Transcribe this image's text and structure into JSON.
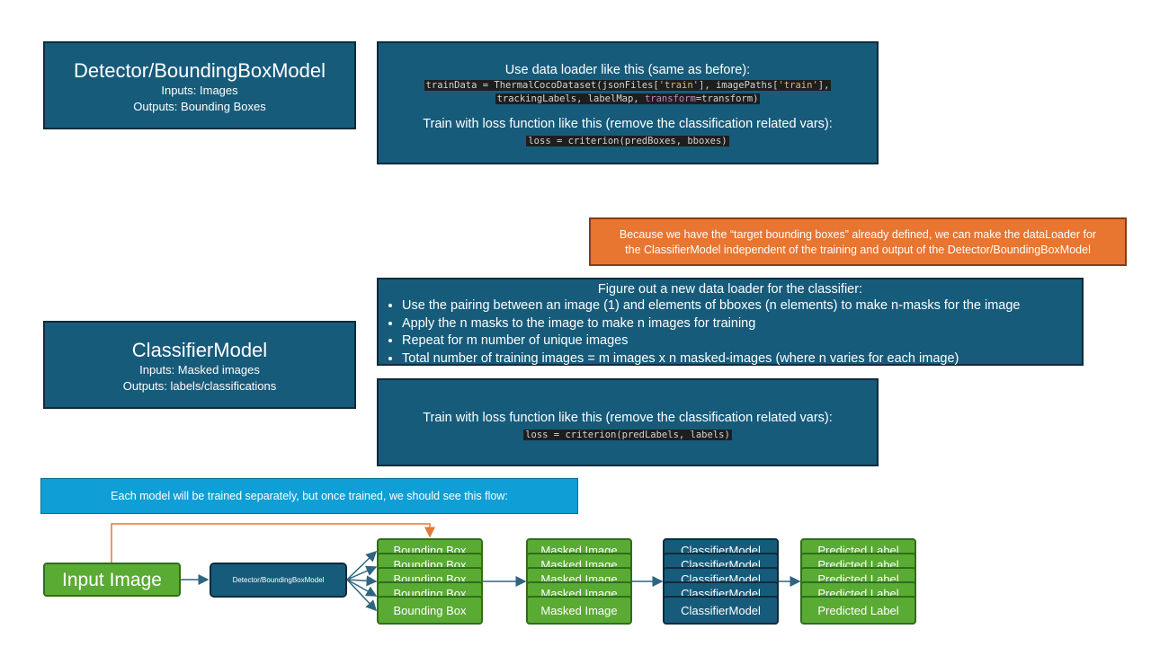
{
  "detector": {
    "title": "Detector/BoundingBoxModel",
    "inputs": "Inputs: Images",
    "outputs": "Outputs: Bounding Boxes"
  },
  "detector_notes": {
    "loader_intro": "Use data loader like this (same as before):",
    "code_line1_a": "trainData = ThermalCocoDataset(jsonFiles[",
    "code_line1_b": "'train'",
    "code_line1_c": "], imagePaths[",
    "code_line1_d": "'train'",
    "code_line1_e": "],",
    "code_line2_a": "trackingLabels, labelMap, ",
    "code_line2_b": "transform",
    "code_line2_c": "=transform)",
    "loss_intro": "Train with loss function like this (remove the classification related vars):",
    "loss_code": "loss = criterion(predBoxes, bboxes)"
  },
  "orange_note": {
    "line1": "Because we have the “target bounding boxes” already defined, we can make the dataLoader for",
    "line2": "the ClassifierModel independent of the training and output of the Detector/BoundingBoxModel"
  },
  "classifier_loader": {
    "title": "Figure out a new data loader for the classifier:",
    "bullets": [
      "Use the pairing between an image (1) and elements of bboxes (n elements) to make n-masks for the image",
      "Apply the n masks to the image to make n images for training",
      "Repeat for m number of unique images",
      "Total number of training images = m images x n masked-images (where n varies for each image)"
    ]
  },
  "classifier": {
    "title": "ClassifierModel",
    "inputs": "Inputs: Masked images",
    "outputs": "Outputs: labels/classifications"
  },
  "classifier_loss": {
    "intro": "Train with loss function like this (remove the classification related vars):",
    "code": "loss = criterion(predLabels, labels)"
  },
  "flow": {
    "caption": "Each model will be trained separately, but once trained, we should see this flow:",
    "input_label": "Input Image",
    "detector_label": "Detector/BoundingBoxModel",
    "bbox_label": "Bounding Box",
    "masked_label": "Masked Image",
    "classifier_label": "ClassifierModel",
    "predicted_label": "Predicted Label"
  },
  "colors": {
    "navy": "#175b7b",
    "orange": "#e87530",
    "cyan": "#0f9fd6",
    "green": "#5aab33",
    "arrow": "#2f6580",
    "orange_arrow": "#e07a3a"
  }
}
